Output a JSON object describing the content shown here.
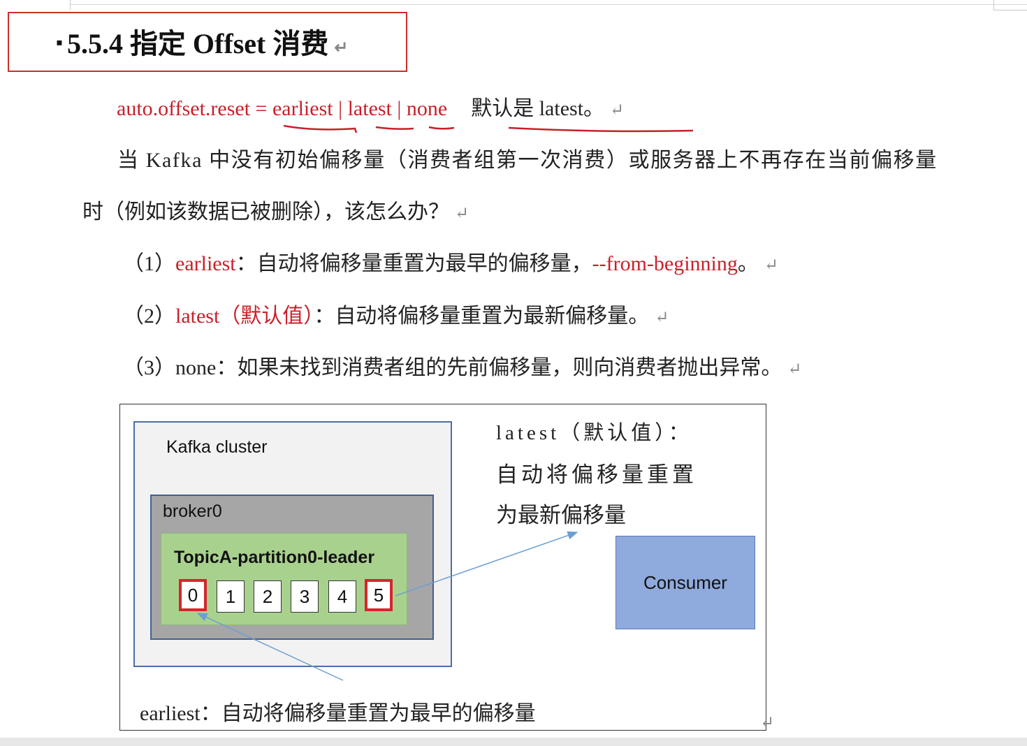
{
  "heading": {
    "bullet": "▪",
    "text": "5.5.4 指定 Offset 消费",
    "return_mark": "↵"
  },
  "config_line": {
    "code": "auto.offset.reset = earliest | latest | none",
    "default_note": "默认是 latest。",
    "return_mark": "↵"
  },
  "intro": {
    "line1": "当 Kafka 中没有初始偏移量（消费者组第一次消费）或服务器上不再存在当前偏移量",
    "line2": "时（例如该数据已被删除），该怎么办？",
    "return_mark": "↵"
  },
  "options": [
    {
      "number": "（1）",
      "key": "earliest",
      "colon": "：",
      "text": "自动将偏移量重置为最早的偏移量，",
      "flag": "--from-beginning",
      "end": "。",
      "return_mark": "↵"
    },
    {
      "number": "（2）",
      "key": "latest（默认值）",
      "colon": "：",
      "text": "自动将偏移量重置为最新偏移量。",
      "return_mark": "↵"
    },
    {
      "number": "（3）",
      "key": "none",
      "colon": "：",
      "text": "如果未找到消费者组的先前偏移量，则向消费者抛出异常。",
      "return_mark": "↵"
    }
  ],
  "diagram": {
    "cluster_label": "Kafka cluster",
    "broker_label": "broker0",
    "partition_label": "TopicA-partition0-leader",
    "offsets": [
      "0",
      "1",
      "2",
      "3",
      "4",
      "5"
    ],
    "highlighted_offsets": [
      "0",
      "5"
    ],
    "consumer_label": "Consumer",
    "latest_note": {
      "line1": "latest（默认值）：",
      "line2": "自动将偏移量重置",
      "line3": "为最新偏移量"
    },
    "earliest_note": "earliest：自动将偏移量重置为最早的偏移量",
    "return_mark": "↵"
  },
  "colors": {
    "accent_red": "#c8202a",
    "partition_green": "#a9d18e",
    "consumer_blue": "#8faadc",
    "broker_gray": "#a6a6a6",
    "arrow_blue": "#6d9ed1"
  }
}
